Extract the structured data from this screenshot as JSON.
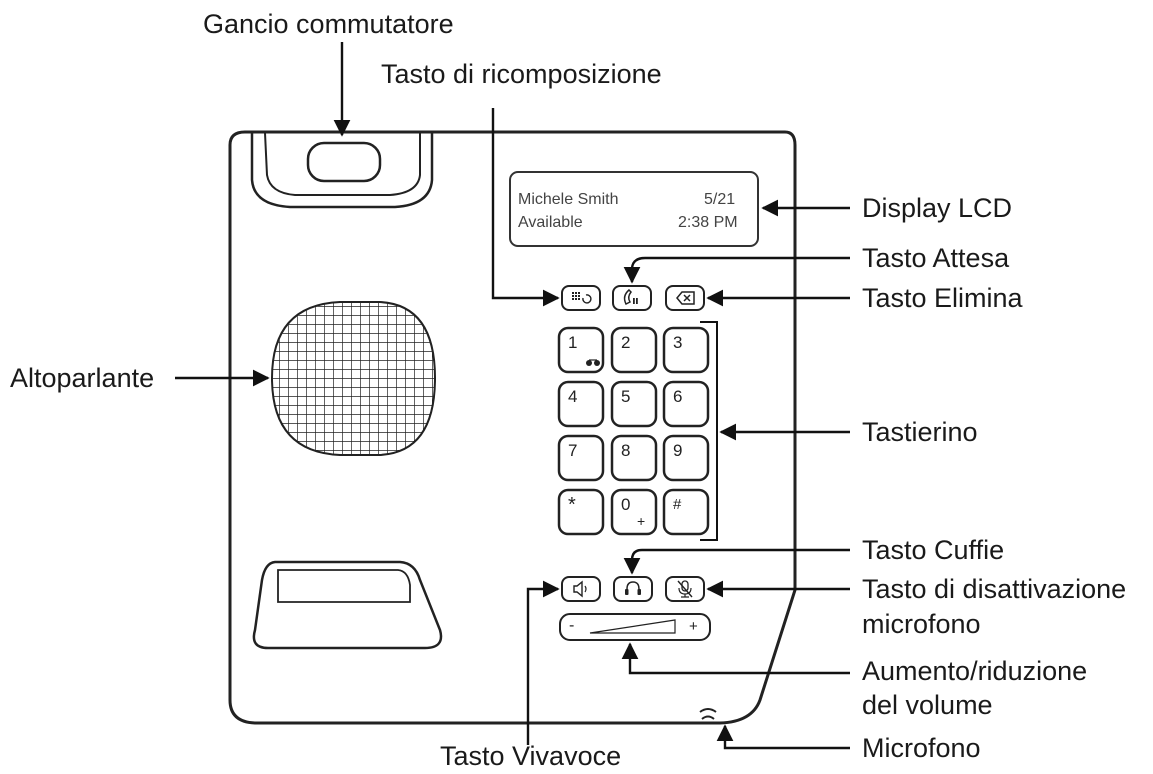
{
  "labels": {
    "hookswitch": "Gancio commutatore",
    "redial": "Tasto di ricomposizione",
    "lcd": "Display LCD",
    "hold": "Tasto Attesa",
    "delete": "Tasto Elimina",
    "speaker": "Altoparlante",
    "keypad": "Tastierino",
    "headset": "Tasto Cuffie",
    "mute_line1": "Tasto di disattivazione",
    "mute_line2": "microfono",
    "volume_line1": "Aumento/riduzione",
    "volume_line2": "del volume",
    "microphone": "Microfono",
    "speakerphone": "Tasto Vivavoce"
  },
  "lcd": {
    "name": "Michele Smith",
    "date": "5/21",
    "status": "Available",
    "time": "2:38 PM"
  },
  "keypad": {
    "keys": [
      "1",
      "2",
      "3",
      "4",
      "5",
      "6",
      "7",
      "8",
      "9",
      "*",
      "0",
      "#"
    ],
    "voicemail_icon": "voicemail-icon",
    "zero_sub": "+"
  },
  "volume": {
    "minus": "-",
    "plus": "+"
  },
  "icons": {
    "redial": "redial-icon",
    "hold": "hold-icon",
    "delete": "backspace-icon",
    "speakerphone": "speaker-icon",
    "headset": "headset-icon",
    "mute": "mic-mute-icon"
  }
}
